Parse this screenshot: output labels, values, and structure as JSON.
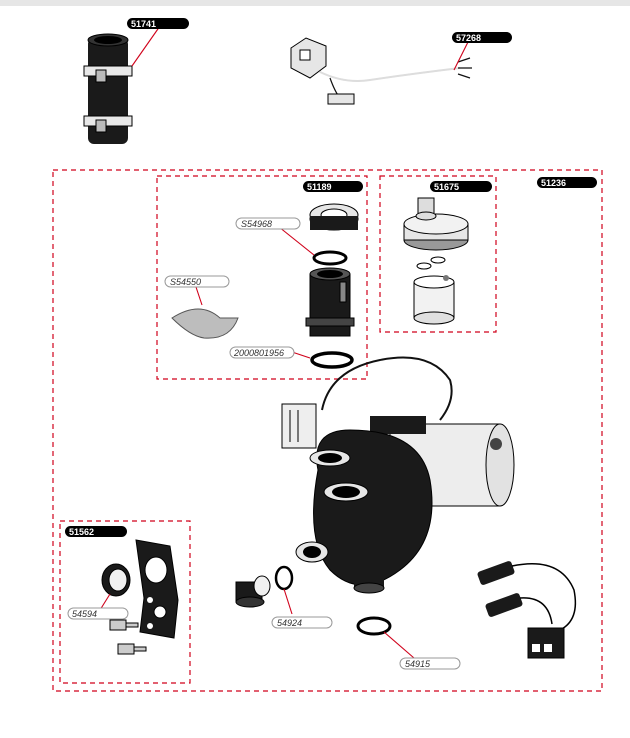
{
  "parts": {
    "p51741": "51741",
    "p57268": "57268",
    "p51236": "51236",
    "p51189": "51189",
    "p51675": "51675",
    "p51562": "51562",
    "s54968": "S54968",
    "s54550": "S54550",
    "p2000801956": "2000801956",
    "p54594": "54594",
    "p54924": "54924",
    "p54915": "54915"
  },
  "colors": {
    "frame": "#d0021b",
    "badge": "#000000",
    "part_dark": "#1a1a1a",
    "part_light": "#f2f2f2"
  }
}
